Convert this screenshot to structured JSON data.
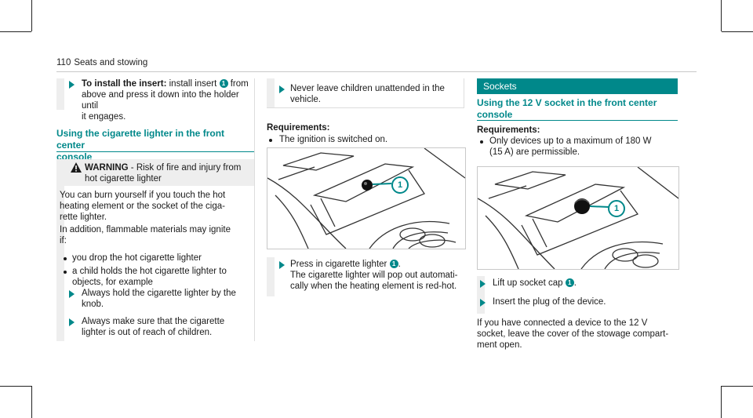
{
  "header": {
    "page_number": "110",
    "section": "Seats and stowing"
  },
  "col1": {
    "install_title": "To install the insert:",
    "install_lines": [
      " install insert ",
      " from",
      "above and press it down into the holder until",
      "it engages."
    ],
    "install_num": "1",
    "heading_lines": [
      "Using the cigarette lighter in the front center",
      "console"
    ],
    "warning_title": "WARNING",
    "warning_lines": [
      " - Risk of fire and injury from",
      "hot cigarette lighter"
    ],
    "body1": [
      "You can burn yourself if you touch the hot",
      "heating element or the socket of the ciga-",
      "rette lighter."
    ],
    "body2": [
      "In addition, flammable materials may ignite",
      "if:"
    ],
    "bullets": [
      [
        "you drop the hot cigarette lighter"
      ],
      [
        "a child holds the hot cigarette lighter to",
        "objects, for example"
      ]
    ],
    "step1": [
      "Always hold the cigarette lighter by the",
      "knob."
    ],
    "step2": [
      "Always make sure that the cigarette",
      "lighter is out of reach of children."
    ]
  },
  "col2": {
    "never": [
      "Never leave children unattended in the",
      "vehicle."
    ],
    "req_title": "Requirements:",
    "req_item": "The ignition is switched on.",
    "fig_label": "1",
    "press_line1a": "Press in cigarette lighter ",
    "press_num": "1",
    "press_line1b": ".",
    "press_lines": [
      "The cigarette lighter will pop out automati-",
      "cally when the heating element is red-hot."
    ]
  },
  "col3": {
    "banner": "Sockets",
    "heading_lines": [
      "Using the 12 V socket in the front center",
      "console"
    ],
    "req_title": "Requirements:",
    "req_lines": [
      "Only devices up to a maximum of 180 W",
      "(15 A) are permissible."
    ],
    "fig_label": "1",
    "lift_a": "Lift up socket cap ",
    "lift_num": "1",
    "lift_b": ".",
    "insert": "Insert the plug of the device.",
    "final": [
      "If you have connected a device to the 12 V",
      "socket, leave the cover of the stowage compart-",
      "ment open."
    ]
  },
  "colors": {
    "accent": "#00888a",
    "banner_bg": "#00888a",
    "warning_bg": "#eeeeee"
  }
}
